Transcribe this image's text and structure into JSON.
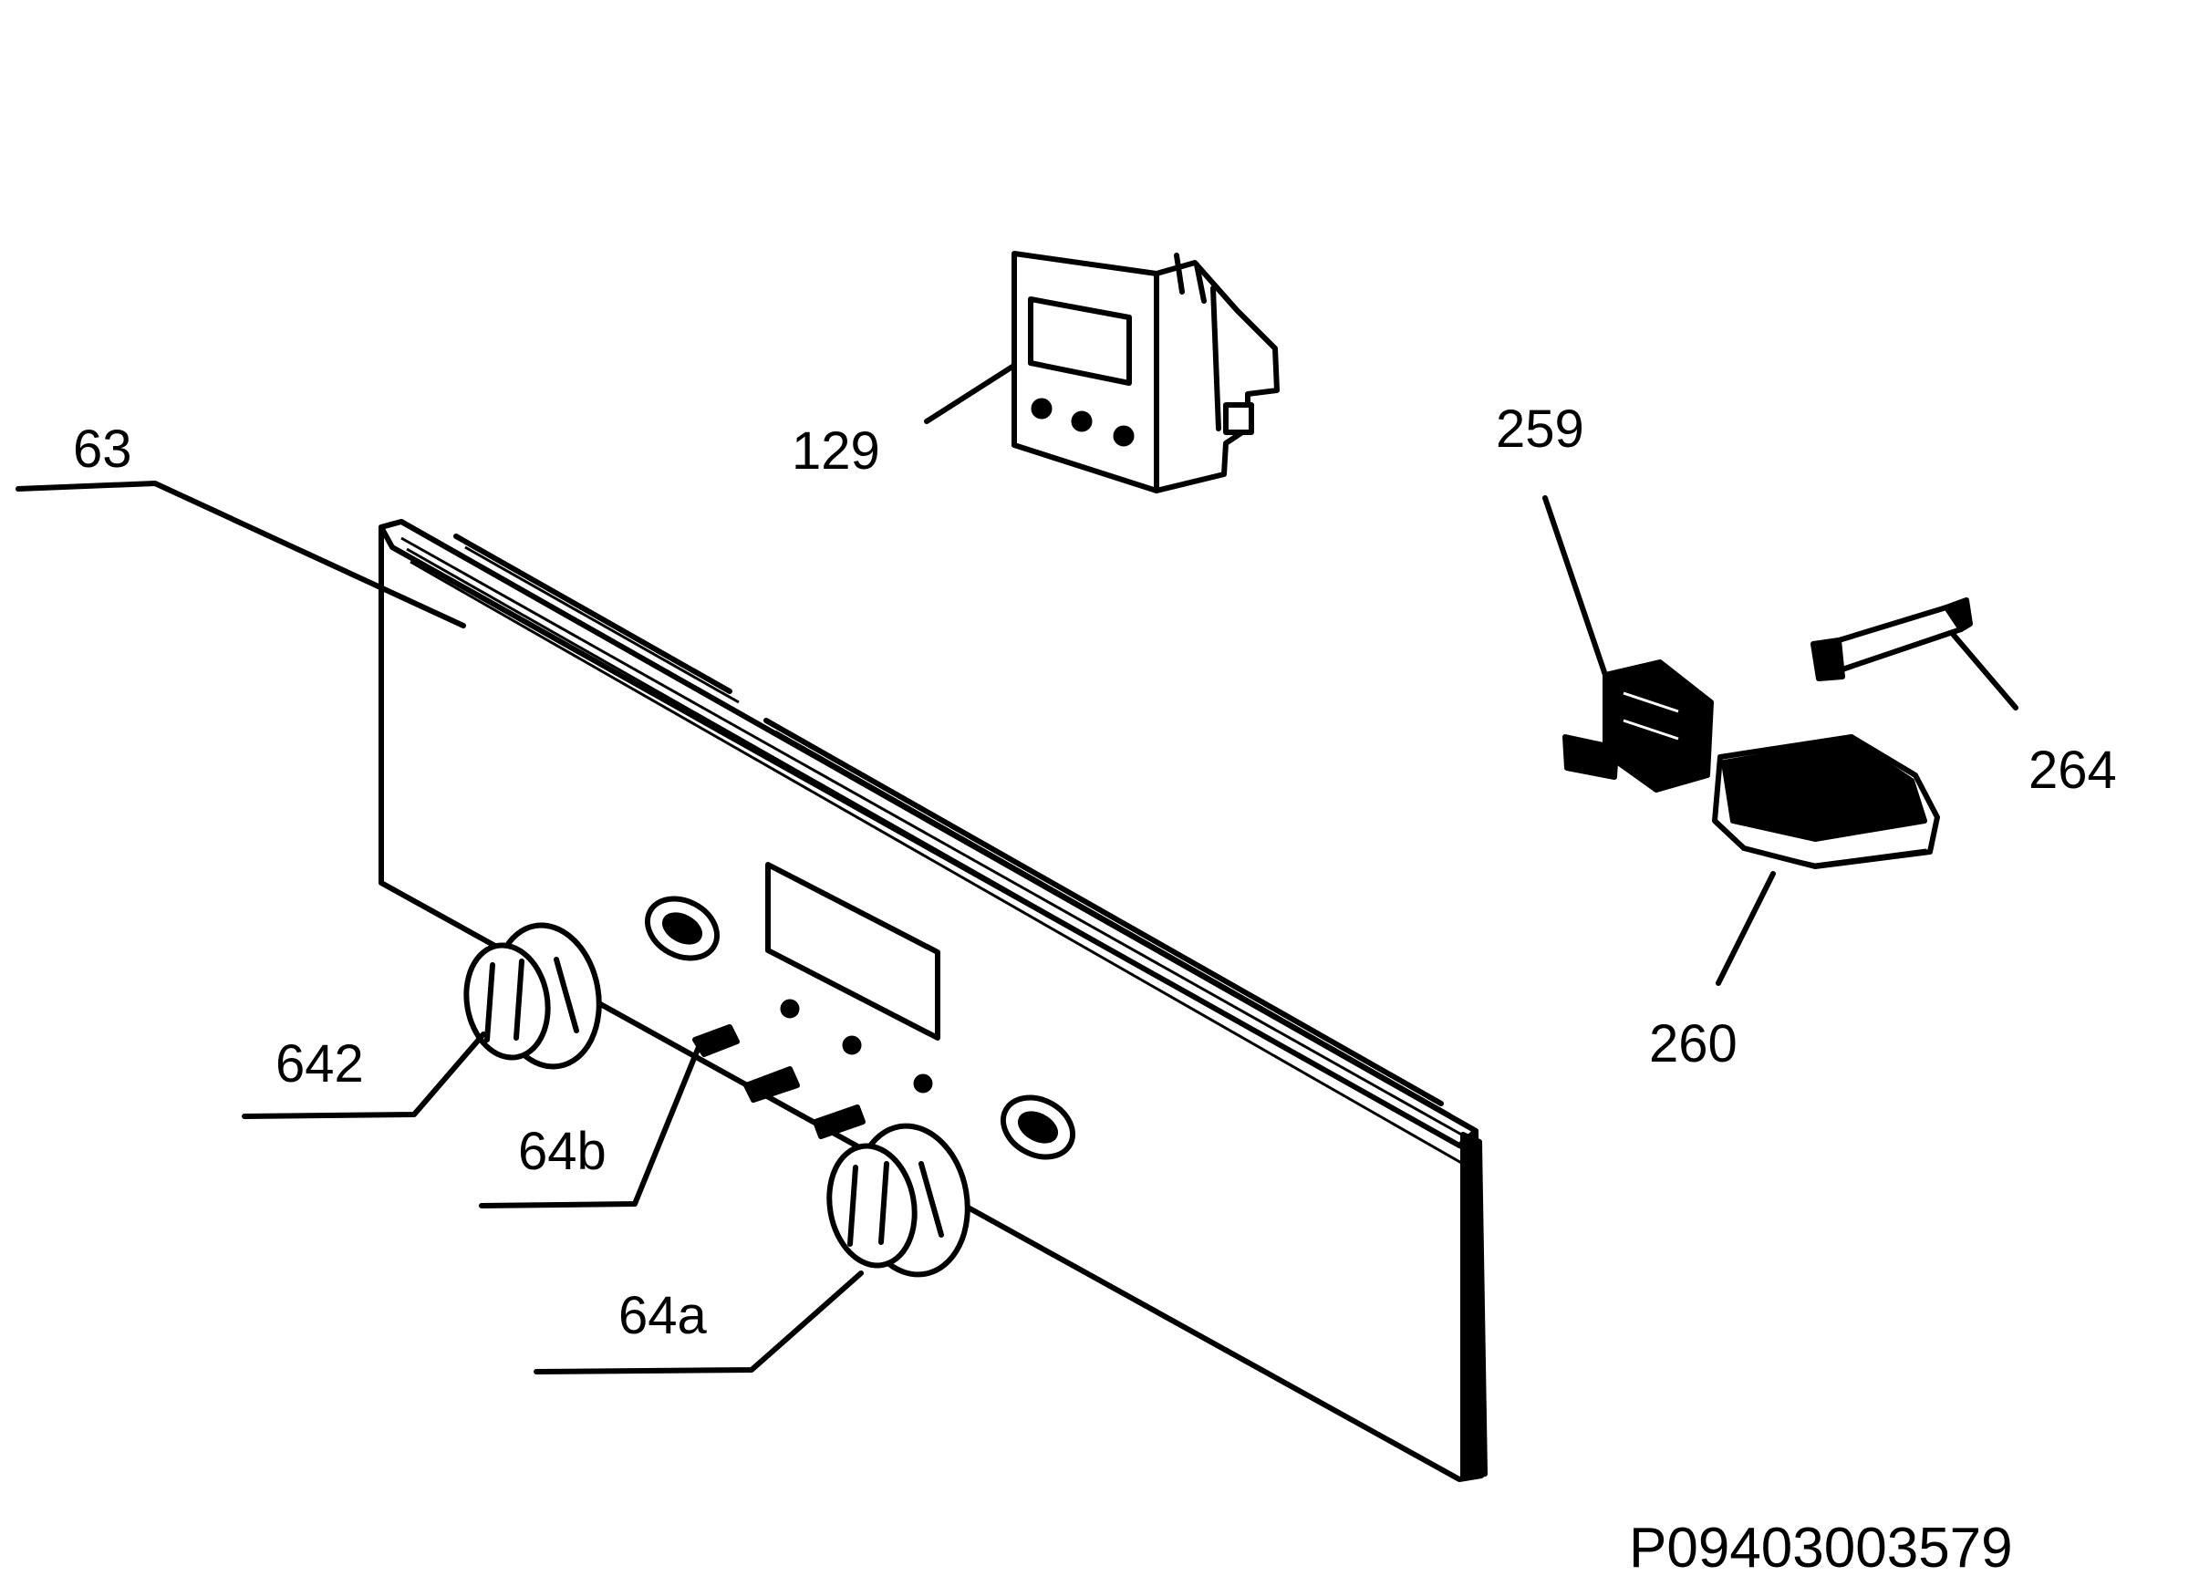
{
  "colors": {
    "ink": "#000000",
    "background": "#ffffff"
  },
  "labels": {
    "p63": "63",
    "p129": "129",
    "p259": "259",
    "p264": "264",
    "p260": "260",
    "p642": "642",
    "p64b": "64b",
    "p64a": "64a"
  },
  "drawing_code": "P09403003579"
}
